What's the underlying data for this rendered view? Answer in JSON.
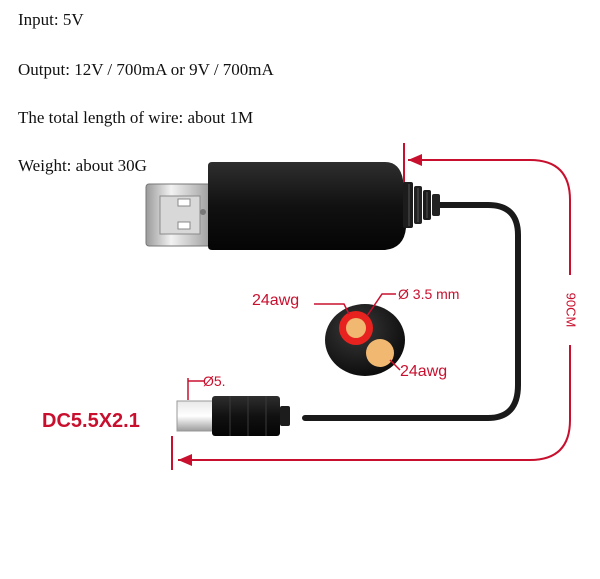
{
  "specs": {
    "input": "Input: 5V",
    "output": "Output: 12V / 700mA or 9V / 700mA",
    "wire_length": "The total length of wire: about 1M",
    "weight": "Weight: about 30G"
  },
  "diagram": {
    "length_label": "90CM",
    "diameter_label": "Ø 3.5 mm",
    "wire_gauge_top": "24awg",
    "wire_gauge_bottom": "24awg",
    "plug_diameter_label": "Ø5.",
    "connector_label": "DC5.5X2.1"
  },
  "colors": {
    "accent": "#c8102e",
    "cable": "#1a1a1a",
    "conductor_red": "#e8231f",
    "conductor_copper": "#f0b870"
  }
}
